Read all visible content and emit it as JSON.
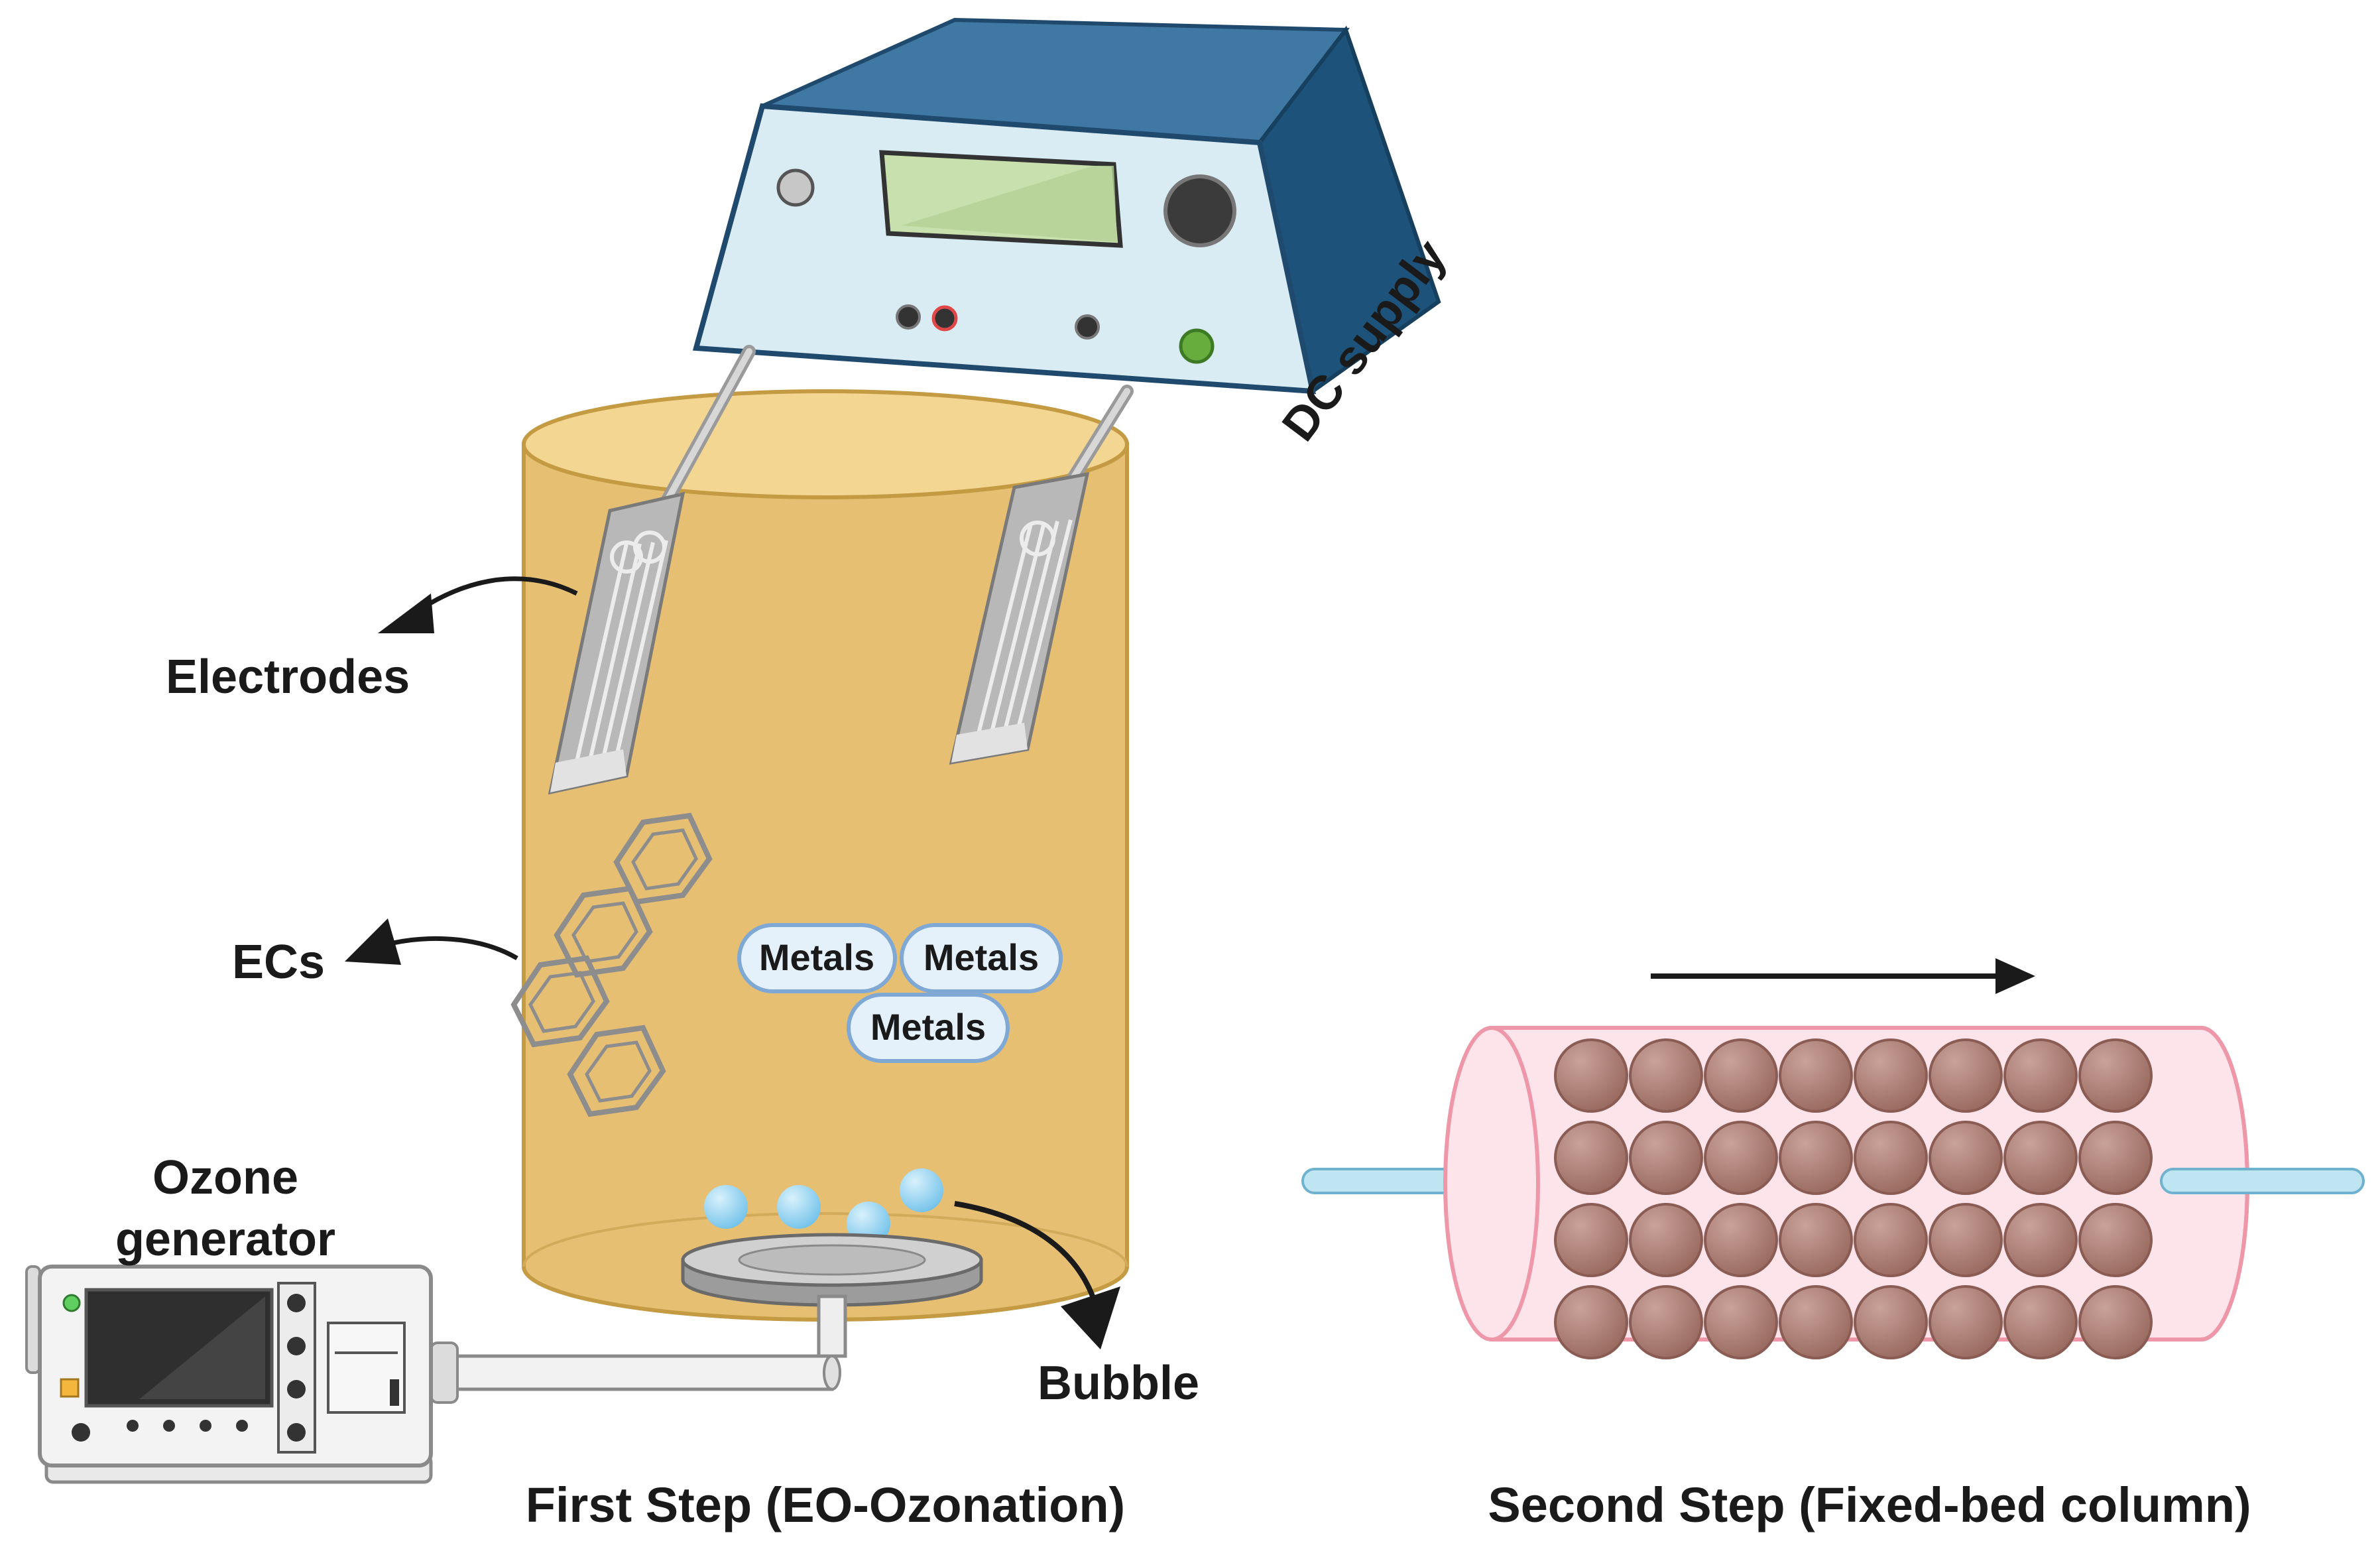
{
  "labels": {
    "dc_supply": "DC supply",
    "electrodes": "Electrodes",
    "ecs": "ECs",
    "ozone_line1": "Ozone",
    "ozone_line2": "generator",
    "bubble": "Bubble",
    "metals": [
      "Metals",
      "Metals",
      "Metals"
    ],
    "first_step": "First Step (EO-Ozonation)",
    "second_step": "Second Step (Fixed-bed column)"
  },
  "colors": {
    "reactor": "#e6bf73",
    "reactor_top": "#f2d692",
    "dc_body": "#2c6189",
    "dc_panel": "#d9ecf3",
    "display": "#c8e0ad",
    "column_tube": "#fde4ea",
    "column_border": "#ee97a8",
    "bead": "#a3756d",
    "tube": "#bfe4f2",
    "bubble": "#8fd0f0",
    "metal_pill": "#e4f0fa",
    "metal_border": "#7fa8d4"
  },
  "icons": [
    "power-supply-icon",
    "electrode-icon",
    "benzene-ring-icon",
    "bubble-icon",
    "diffuser-icon",
    "ozone-generator-icon",
    "packed-bead-icon",
    "flow-arrow-icon"
  ]
}
